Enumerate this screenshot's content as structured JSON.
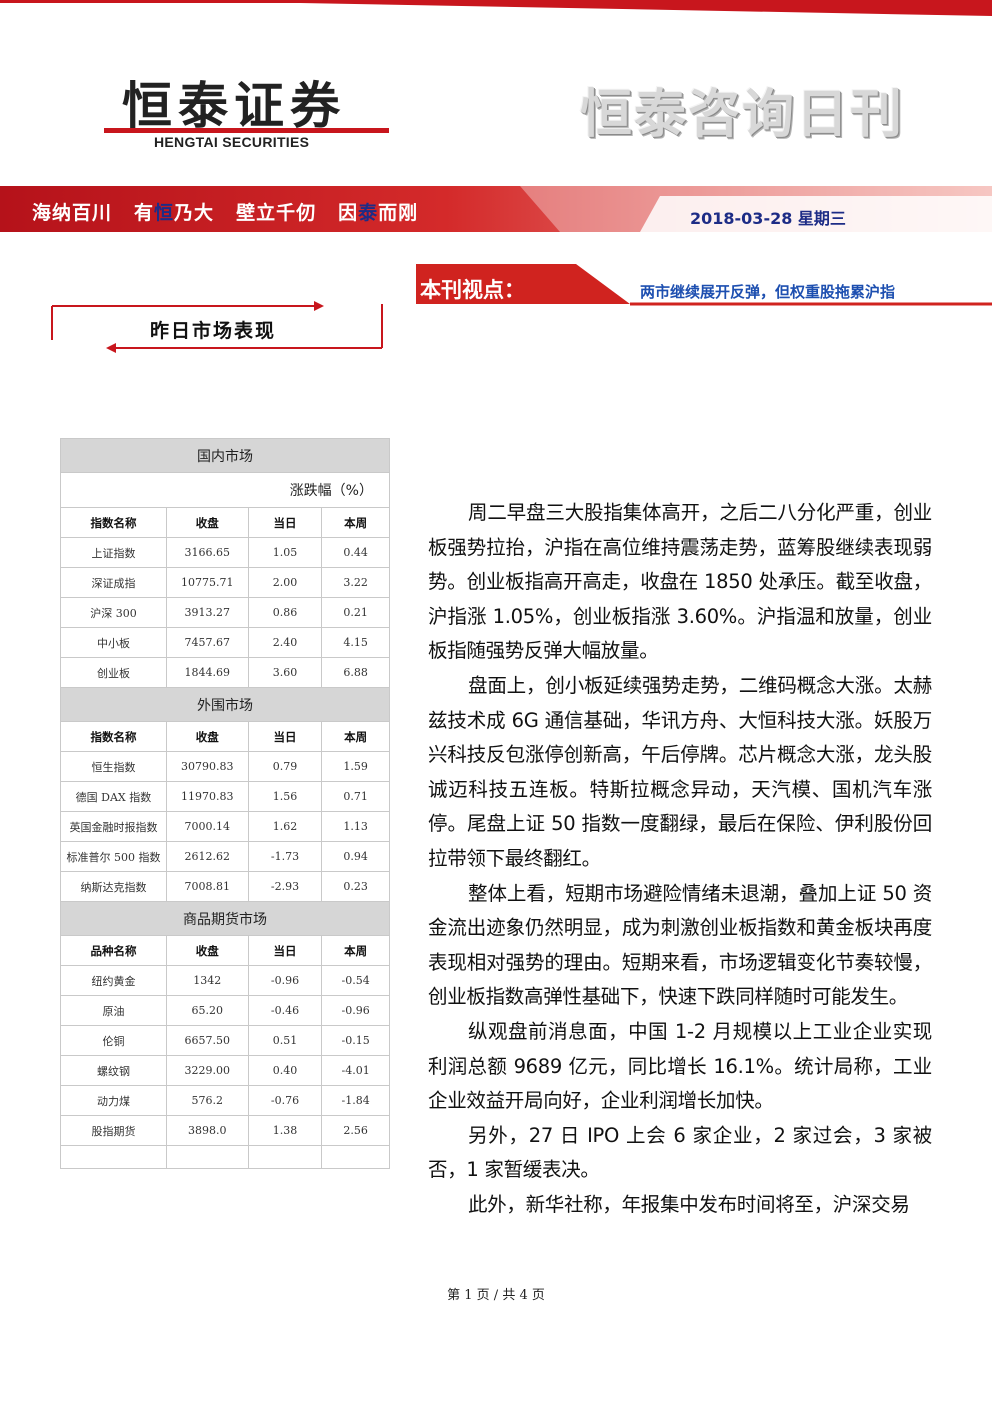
{
  "header": {
    "logo_cn": "恒泰证券",
    "logo_en": "HENGTAI SECURITIES",
    "publication_title": "恒泰咨询日刊",
    "slogan_parts": [
      "海纳百川",
      "有",
      "恒",
      "乃大",
      "壁立千仞",
      "因",
      "泰",
      "而刚"
    ],
    "issue_date": "2018-03-28  星期三"
  },
  "viewpoint": {
    "label": "本刊视点：",
    "headline": "两市继续展开反弹，但权重股拖累沪指"
  },
  "yesterday": {
    "title": "昨日市场表现"
  },
  "market_table": {
    "unit_label": "涨跌幅（%）",
    "sections": [
      {
        "title": "国内市场",
        "columns": [
          "指数名称",
          "收盘",
          "当日",
          "本周"
        ],
        "rows": [
          [
            "上证指数",
            "3166.65",
            "1.05",
            "0.44"
          ],
          [
            "深证成指",
            "10775.71",
            "2.00",
            "3.22"
          ],
          [
            "沪深 300",
            "3913.27",
            "0.86",
            "0.21"
          ],
          [
            "中小板",
            "7457.67",
            "2.40",
            "4.15"
          ],
          [
            "创业板",
            "1844.69",
            "3.60",
            "6.88"
          ]
        ]
      },
      {
        "title": "外围市场",
        "columns": [
          "指数名称",
          "收盘",
          "当日",
          "本周"
        ],
        "rows": [
          [
            "恒生指数",
            "30790.83",
            "0.79",
            "1.59"
          ],
          [
            "德国 DAX 指数",
            "11970.83",
            "1.56",
            "0.71"
          ],
          [
            "英国金融时报指数",
            "7000.14",
            "1.62",
            "1.13"
          ],
          [
            "标准普尔 500 指数",
            "2612.62",
            "-1.73",
            "0.94"
          ],
          [
            "纳斯达克指数",
            "7008.81",
            "-2.93",
            "0.23"
          ]
        ]
      },
      {
        "title": "商品期货市场",
        "columns": [
          "品种名称",
          "收盘",
          "当日",
          "本周"
        ],
        "rows": [
          [
            "纽约黄金",
            "1342",
            "-0.96",
            "-0.54"
          ],
          [
            "原油",
            "65.20",
            "-0.46",
            "-0.96"
          ],
          [
            "伦铜",
            "6657.50",
            "0.51",
            "-0.15"
          ],
          [
            "螺纹钢",
            "3229.00",
            "0.40",
            "-4.01"
          ],
          [
            "动力煤",
            "576.2",
            "-0.76",
            "-1.84"
          ],
          [
            "股指期货",
            "3898.0",
            "1.38",
            "2.56"
          ]
        ]
      }
    ]
  },
  "article": {
    "paragraphs": [
      "周二早盘三大股指集体高开，之后二八分化严重，创业板强势拉抬，沪指在高位维持震荡走势，蓝筹股继续表现弱势。创业板指高开高走，收盘在 1850 处承压。截至收盘，沪指涨 1.05%，创业板指涨 3.60%。沪指温和放量，创业板指随强势反弹大幅放量。",
      "盘面上，创小板延续强势走势，二维码概念大涨。太赫兹技术成 6G 通信基础，华讯方舟、大恒科技大涨。妖股万兴科技反包涨停创新高，午后停牌。芯片概念大涨，龙头股诚迈科技五连板。特斯拉概念异动，天汽模、国机汽车涨停。尾盘上证 50 指数一度翻绿，最后在保险、伊利股份回拉带领下最终翻红。",
      "整体上看，短期市场避险情绪未退潮，叠加上证 50 资金流出迹象仍然明显，成为刺激创业板指数和黄金板块再度表现相对强势的理由。短期来看，市场逻辑变化节奏较慢，创业板指数高弹性基础下，快速下跌同样随时可能发生。",
      "纵观盘前消息面，中国 1-2 月规模以上工业企业实现利润总额 9689 亿元，同比增长 16.1%。统计局称，工业企业效益开局向好，企业利润增长加快。",
      "另外，27 日 IPO 上会 6 家企业，2 家过会，3 家被否，1 家暂缓表决。",
      "此外，新华社称，年报集中发布时间将至，沪深交易"
    ]
  },
  "footer": {
    "page_text": "第 1 页 / 共 4 页"
  },
  "colors": {
    "brand_red": "#c8161d",
    "navy": "#1d2c86",
    "headline_blue": "#1d4fb0"
  }
}
